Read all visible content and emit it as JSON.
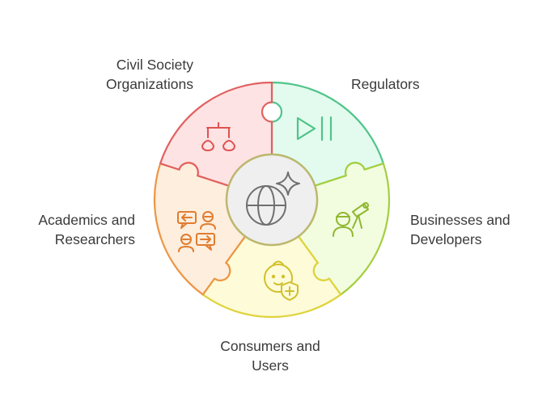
{
  "diagram": {
    "segments": [
      {
        "id": "regulators",
        "lines": [
          "Regulators"
        ],
        "icon": "play-pause-icon",
        "fill": "#e3fbee",
        "stroke": "#4fc489"
      },
      {
        "id": "businesses",
        "lines": [
          "Businesses and",
          "Developers"
        ],
        "icon": "developer-telescope-icon",
        "fill": "#f2fcdf",
        "stroke": "#a3cf3f"
      },
      {
        "id": "consumers",
        "lines": [
          "Consumers and",
          "Users"
        ],
        "icon": "baby-shield-icon",
        "fill": "#fdfbd8",
        "stroke": "#e0d33a"
      },
      {
        "id": "academics",
        "lines": [
          "Academics and",
          "Researchers"
        ],
        "icon": "discussion-people-icon",
        "fill": "#fdeede",
        "stroke": "#ec9544"
      },
      {
        "id": "civil",
        "lines": [
          "Civil Society",
          "Organizations"
        ],
        "icon": "balance-scale-icon",
        "fill": "#fde3e3",
        "stroke": "#e26060"
      }
    ],
    "center": {
      "icon": "globe-sparkle-icon",
      "fill": "#efefef",
      "stroke": "#bdb870"
    }
  }
}
